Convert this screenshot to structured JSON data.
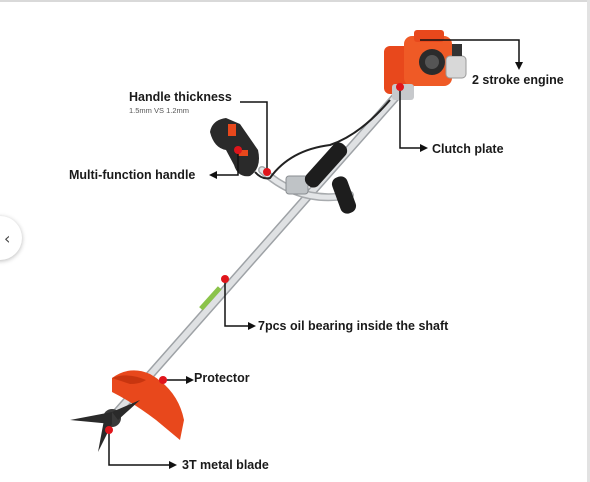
{
  "annotations": {
    "handle_thickness": "Handle thickness",
    "handle_thickness_detail": "1.5mm VS 1.2mm",
    "engine": "2 stroke engine",
    "clutch": "Clutch plate",
    "handle": "Multi-function handle",
    "bearing": "7pcs oil bearing inside the shaft",
    "protector": "Protector",
    "blade": "3T metal blade"
  },
  "nav": {
    "prev_icon": "chevron-left-icon"
  },
  "colors": {
    "engine_orange": "#e8481c",
    "marker_red": "#e0151b",
    "shaft": "#cfd2d5",
    "handle_black": "#1d1d1d"
  }
}
